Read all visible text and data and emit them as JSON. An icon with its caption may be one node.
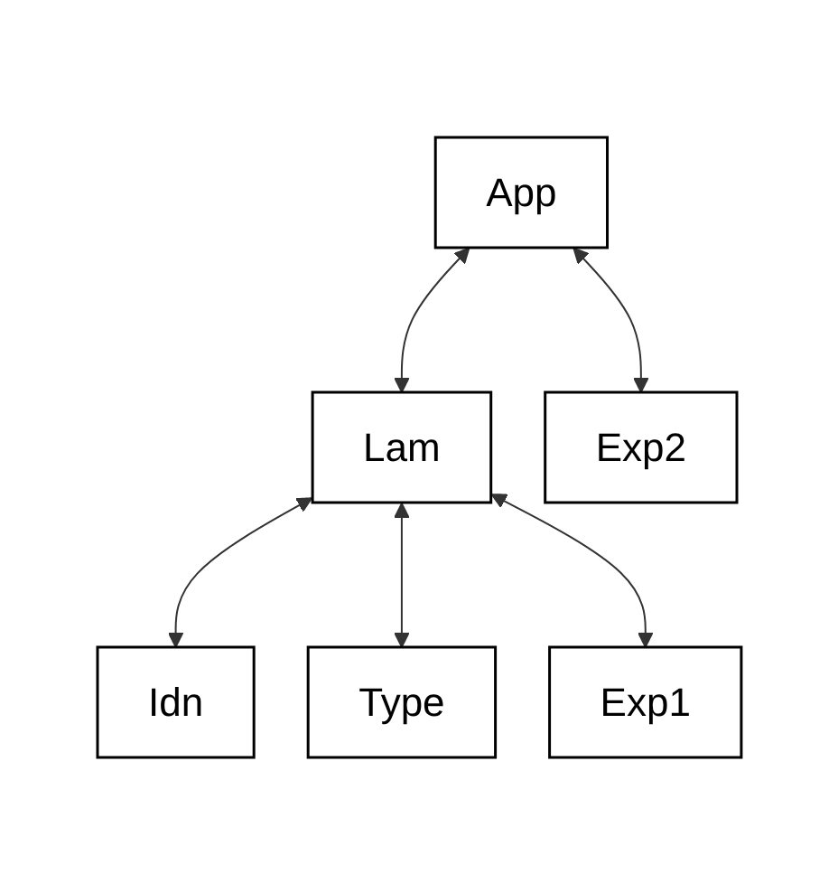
{
  "diagram": {
    "nodes": [
      {
        "text": [
          "App"
        ]
      },
      {
        "text": [
          "Lam"
        ]
      },
      {
        "text": [
          "Exp2"
        ]
      },
      {
        "text": [
          "Idn"
        ]
      },
      {
        "text": [
          "Type"
        ]
      },
      {
        "text": [
          "Exp1"
        ]
      }
    ],
    "edges": [
      {
        "from": 0,
        "to": 1,
        "arrow": "both"
      },
      {
        "from": 0,
        "to": 2,
        "arrow": "both"
      },
      {
        "from": 1,
        "to": 3,
        "arrow": "both"
      },
      {
        "from": 1,
        "to": 4,
        "arrow": "both"
      },
      {
        "from": 1,
        "to": 5,
        "arrow": "both"
      }
    ]
  }
}
